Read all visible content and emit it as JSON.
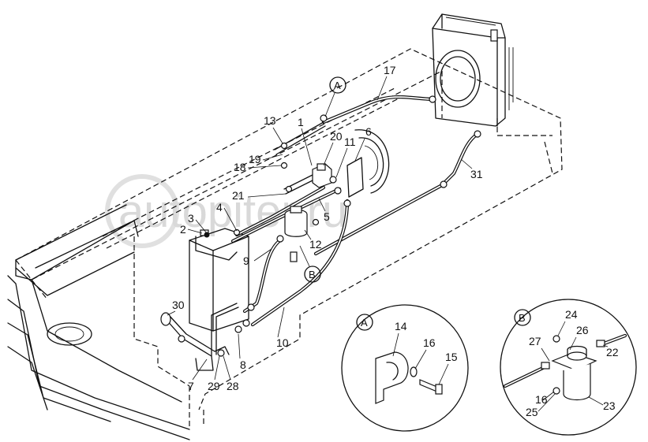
{
  "watermark": "autopiter.ru",
  "callouts": [
    {
      "id": "A",
      "text": "A"
    },
    {
      "id": "B",
      "text": "B"
    }
  ],
  "main_labels": [
    "1",
    "2",
    "3",
    "4",
    "5",
    "6",
    "7",
    "8",
    "9",
    "10",
    "11",
    "12",
    "13",
    "17",
    "18",
    "19",
    "20",
    "21",
    "28",
    "29",
    "30",
    "31"
  ],
  "detail_a": {
    "title": "A",
    "labels": [
      "14",
      "15",
      "16"
    ]
  },
  "detail_b": {
    "title": "B",
    "labels": [
      "16",
      "22",
      "23",
      "24",
      "25",
      "26",
      "27"
    ]
  }
}
